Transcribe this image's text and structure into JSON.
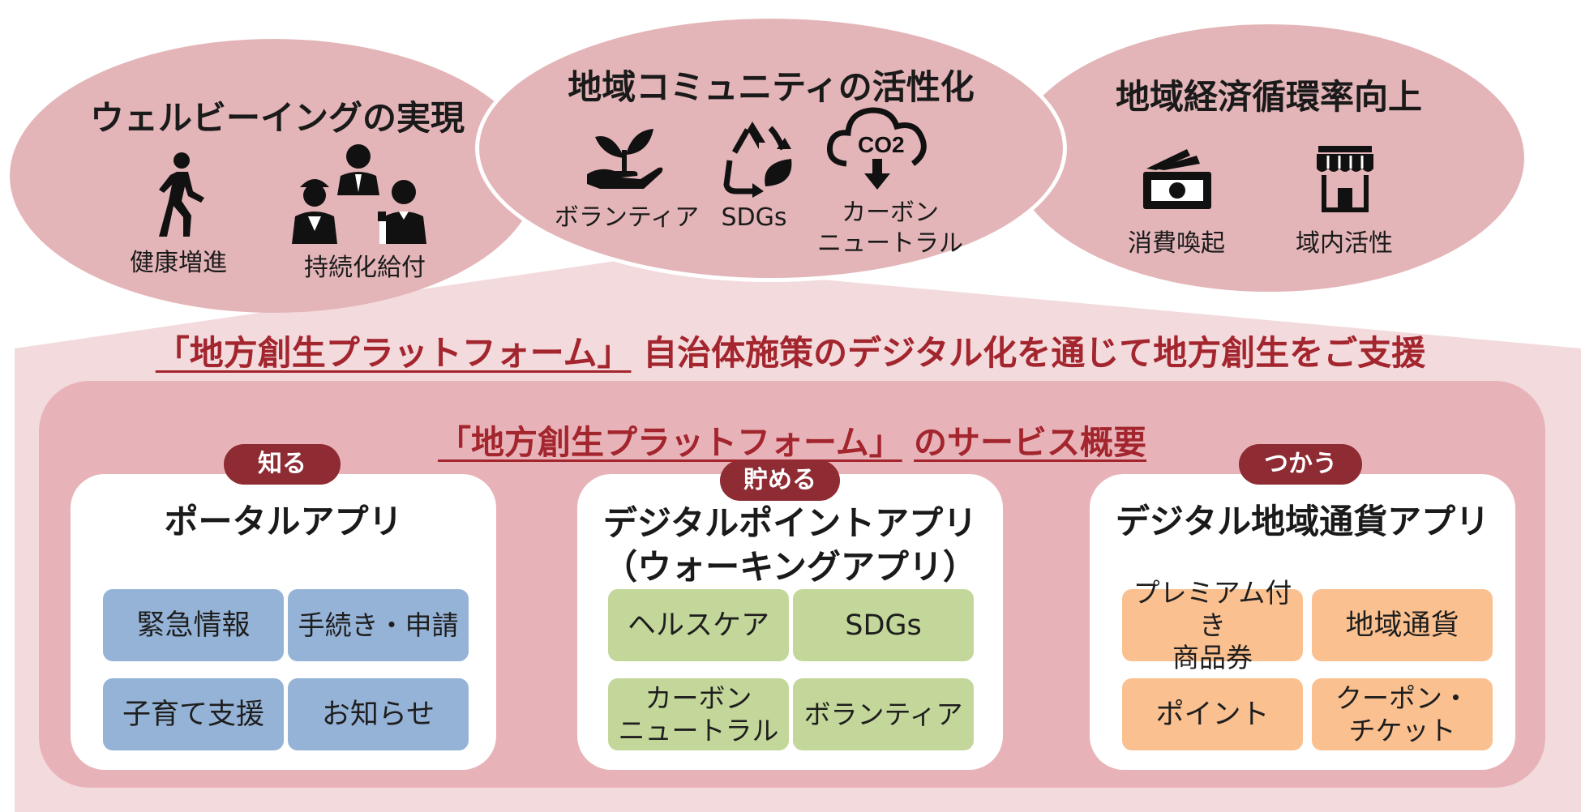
{
  "headline": {
    "quoted": "「地方創生プラットフォーム」",
    "rest": "自治体施策のデジタル化を通じて地方創生をご支援"
  },
  "goals": [
    {
      "title": "ウェルビーイングの実現",
      "items": [
        {
          "label": "健康増進",
          "icon": "walking-person-icon"
        },
        {
          "label": "持続化給付",
          "icon": "workers-group-icon"
        }
      ]
    },
    {
      "title": "地域コミュニティの活性化",
      "items": [
        {
          "label": "ボランティア",
          "icon": "hand-sprout-icon"
        },
        {
          "label": "SDGs",
          "icon": "recycle-leaf-icon"
        },
        {
          "label": "カーボン\nニュートラル",
          "icon": "co2-cloud-icon",
          "icon_text": "CO2"
        }
      ]
    },
    {
      "title": "地域経済循環率向上",
      "items": [
        {
          "label": "消費喚起",
          "icon": "money-wallet-icon"
        },
        {
          "label": "域内活性",
          "icon": "storefront-icon"
        }
      ]
    }
  ],
  "services": {
    "title_quoted": "「地方創生プラットフォーム」",
    "title_rest": "のサービス概要",
    "apps": [
      {
        "tag": "知る",
        "title": "ポータルアプリ",
        "color": "#95b3d7",
        "tiles": [
          "緊急情報",
          "手続き・申請",
          "子育て支援",
          "お知らせ"
        ]
      },
      {
        "tag": "貯める",
        "title": "デジタルポイントアプリ\n（ウォーキングアプリ）",
        "color": "#c4d79b",
        "tiles": [
          "ヘルスケア",
          "SDGs",
          "カーボン\nニュートラル",
          "ボランティア"
        ]
      },
      {
        "tag": "つかう",
        "title": "デジタル地域通貨アプリ",
        "color": "#fac090",
        "tiles": [
          "プレミアム付き\n商品券",
          "地域通貨",
          "ポイント",
          "クーポン・\nチケット"
        ]
      }
    ]
  },
  "colors": {
    "accent": "#a3252e",
    "pill": "#8e2b33",
    "ellipse": "#e4b5b8",
    "platform_bg": "#f3dadc",
    "panel": "#e8b3b8"
  }
}
